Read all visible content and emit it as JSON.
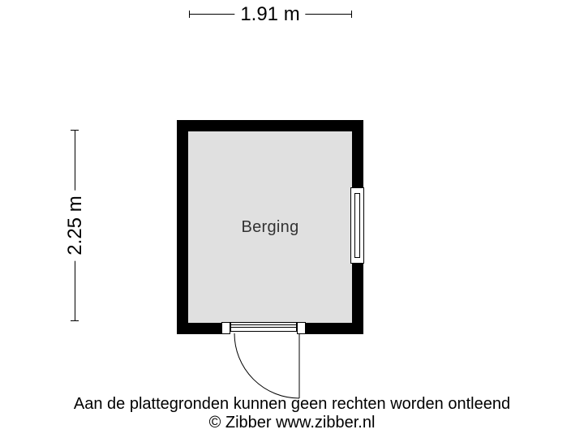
{
  "colors": {
    "background": "#ffffff",
    "wall": "#000000",
    "floor": "#e0e0e0",
    "line": "#000000",
    "text": "#000000",
    "room-label": "#333333"
  },
  "dimensions": {
    "width": {
      "label": "1.91 m"
    },
    "height": {
      "label": "2.25 m"
    }
  },
  "room": {
    "label": "Berging"
  },
  "footer": {
    "disclaimer": "Aan de plattegronden kunnen geen rechten worden ontleend",
    "copyright": "© Zibber www.zibber.nl"
  }
}
